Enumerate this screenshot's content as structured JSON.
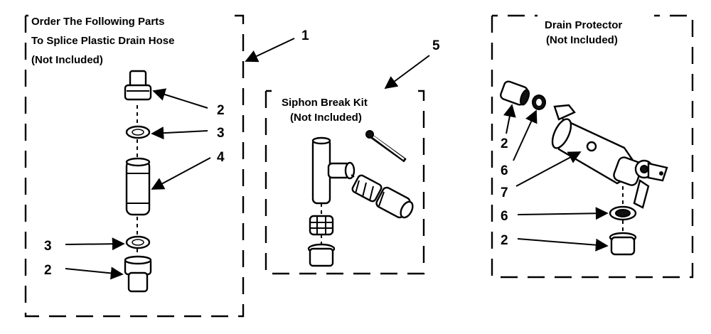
{
  "panels": {
    "splice": {
      "title_lines": [
        "Order The Following Parts",
        "To Splice Plastic Drain Hose",
        "(Not Included)"
      ]
    },
    "siphon": {
      "title_lines": [
        "Siphon Break Kit",
        "(Not Included)"
      ]
    },
    "protector": {
      "title_lines": [
        "Drain Protector",
        "(Not Included)"
      ]
    }
  },
  "callouts": {
    "c1": "1",
    "c5": "5",
    "splice_2a": "2",
    "splice_3a": "3",
    "splice_4": "4",
    "splice_3b": "3",
    "splice_2b": "2",
    "prot_2a": "2",
    "prot_6a": "6",
    "prot_7": "7",
    "prot_6b": "6",
    "prot_2b": "2"
  }
}
